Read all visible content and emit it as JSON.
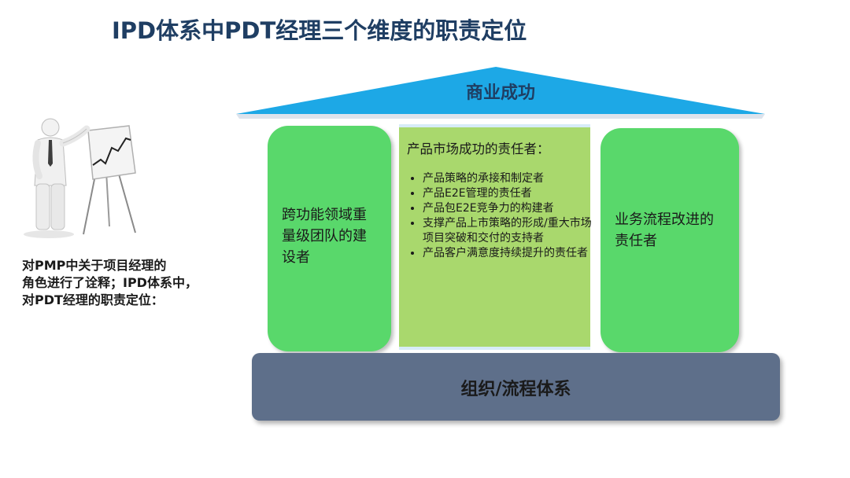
{
  "title": "IPD体系中PDT经理三个维度的职责定位",
  "roof": {
    "label": "商业成功",
    "color": "#1da8e6"
  },
  "left_pillar": {
    "lines": [
      "跨功能领域重",
      "量级团队的建",
      "设者"
    ]
  },
  "center_pillar": {
    "title": "产品市场成功的责任者：",
    "items": [
      "产品策略的承接和制定者",
      "产品E2E管理的责任者",
      "产品包E2E竞争力的构建者",
      "支撑产品上市策略的形成/重大市场项目突破和交付的支持者",
      "产品客户满意度持续提升的责任者"
    ]
  },
  "right_pillar": {
    "lines": [
      "业务流程改进的",
      "责任者"
    ]
  },
  "base": {
    "label": "组织/流程体系"
  },
  "note": {
    "lines": [
      "对PMP中关于项目经理的",
      "角色进行了诠释；IPD体系中，",
      "对PDT经理的职责定位："
    ]
  },
  "figure": {
    "icon": "presenter-with-chart-icon"
  },
  "colors": {
    "pillar_green": "#59d86b",
    "center_green": "#a9d86d",
    "base_slate": "#5e6f8a",
    "title": "#1f3e63"
  }
}
